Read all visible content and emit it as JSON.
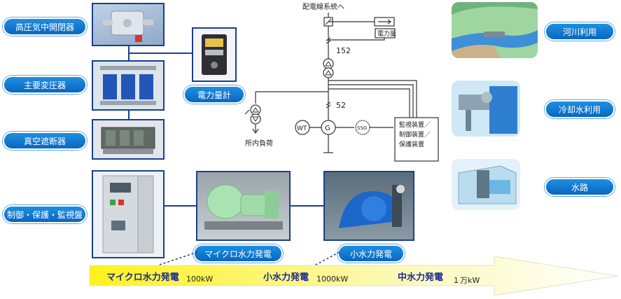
{
  "left_labels": {
    "switch": "高圧気中開閉器",
    "transformer": "主要変圧器",
    "breaker": "真空遮断器",
    "panel": "制御・保護・監視盤"
  },
  "meter_label": "電力量計",
  "micro_label": "マイクロ水力発電",
  "small_label": "小水力発電",
  "right_labels": {
    "river": "河川利用",
    "cooling": "冷却水利用",
    "channel": "水路"
  },
  "single_line": {
    "grid": "配電線系統へ",
    "energy": "電力量",
    "relay_152": "152",
    "relay_52": "52",
    "aux_load": "所内負荷",
    "wt": "WT",
    "g": "G",
    "ssg": "SSG",
    "monitor": [
      "監視装置／",
      "制御装置／",
      "保護装置"
    ]
  },
  "scale": {
    "micro": "マイクロ水力発電",
    "micro_value": "100kW",
    "small": "小水力発電",
    "small_value": "1000kW",
    "medium": "中水力発電",
    "medium_value": "１万kW"
  }
}
